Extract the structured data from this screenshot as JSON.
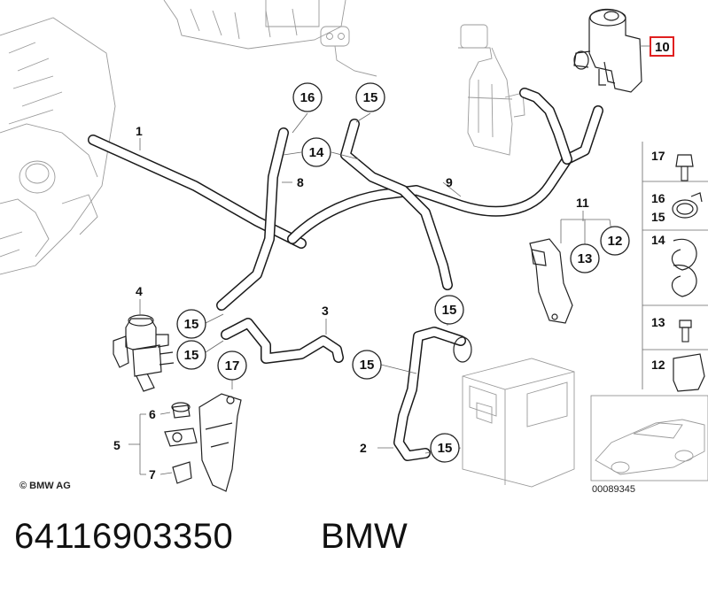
{
  "diagram": {
    "copyright": "© BMW AG",
    "drawing_number": "00089345",
    "highlighted_part": "10",
    "callouts_plain": [
      "1",
      "2",
      "3",
      "4",
      "5",
      "6",
      "7",
      "8",
      "9",
      "11"
    ],
    "callouts_circled": [
      "16",
      "15",
      "14",
      "15",
      "15",
      "15",
      "17",
      "15",
      "15",
      "15",
      "13",
      "12"
    ],
    "sidebar": [
      "17",
      "16",
      "15",
      "14",
      "13",
      "12"
    ]
  },
  "footer": {
    "part_number": "64116903350",
    "brand": "BMW"
  }
}
